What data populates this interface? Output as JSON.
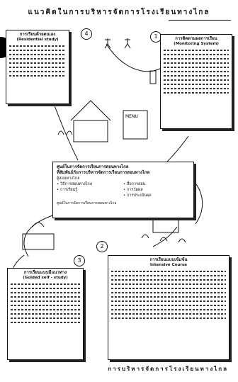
{
  "header": {
    "title": "แนวคิดในการบริหารจัดการโรงเรียนทางไกล"
  },
  "footer": {
    "text": "การบริหารจัดการโรงเรียนทางไกล"
  },
  "boxes": {
    "self_study": {
      "number": "4",
      "title": "การเรียนด้วยตนเอง",
      "subtitle": "(Residential study)"
    },
    "monitoring": {
      "number": "1",
      "title": "การติดตามผลการเรียน",
      "subtitle": "(Monitoring System)"
    },
    "guided": {
      "number": "3",
      "title": "การเรียนแบบมีแนวทาง",
      "subtitle": "(Guided self - study)"
    },
    "intensive": {
      "number": "2",
      "title": "การเรียนแบบเข้มข้น",
      "subtitle": "Intensive Course"
    }
  },
  "center": {
    "title": "ศูนย์ในการจัดการเรียนการสอนทางไกล",
    "subtitle": "ที่สัมพันธ์กับการบริหารจัดการเรียนการสอนทางไกล",
    "heading": "ผู้สอนทางไกล",
    "left_items": [
      "• วิธีการสอนทางไกล",
      "• การเรียนรู้"
    ],
    "right_items": [
      "• สื่อการสอน",
      "• การวัดผล",
      "• การประเมินผล"
    ],
    "footer": "ศูนย์ในการจัดการเรียนการสอนทางไกล"
  },
  "scene": {
    "board_label": "MENU"
  }
}
